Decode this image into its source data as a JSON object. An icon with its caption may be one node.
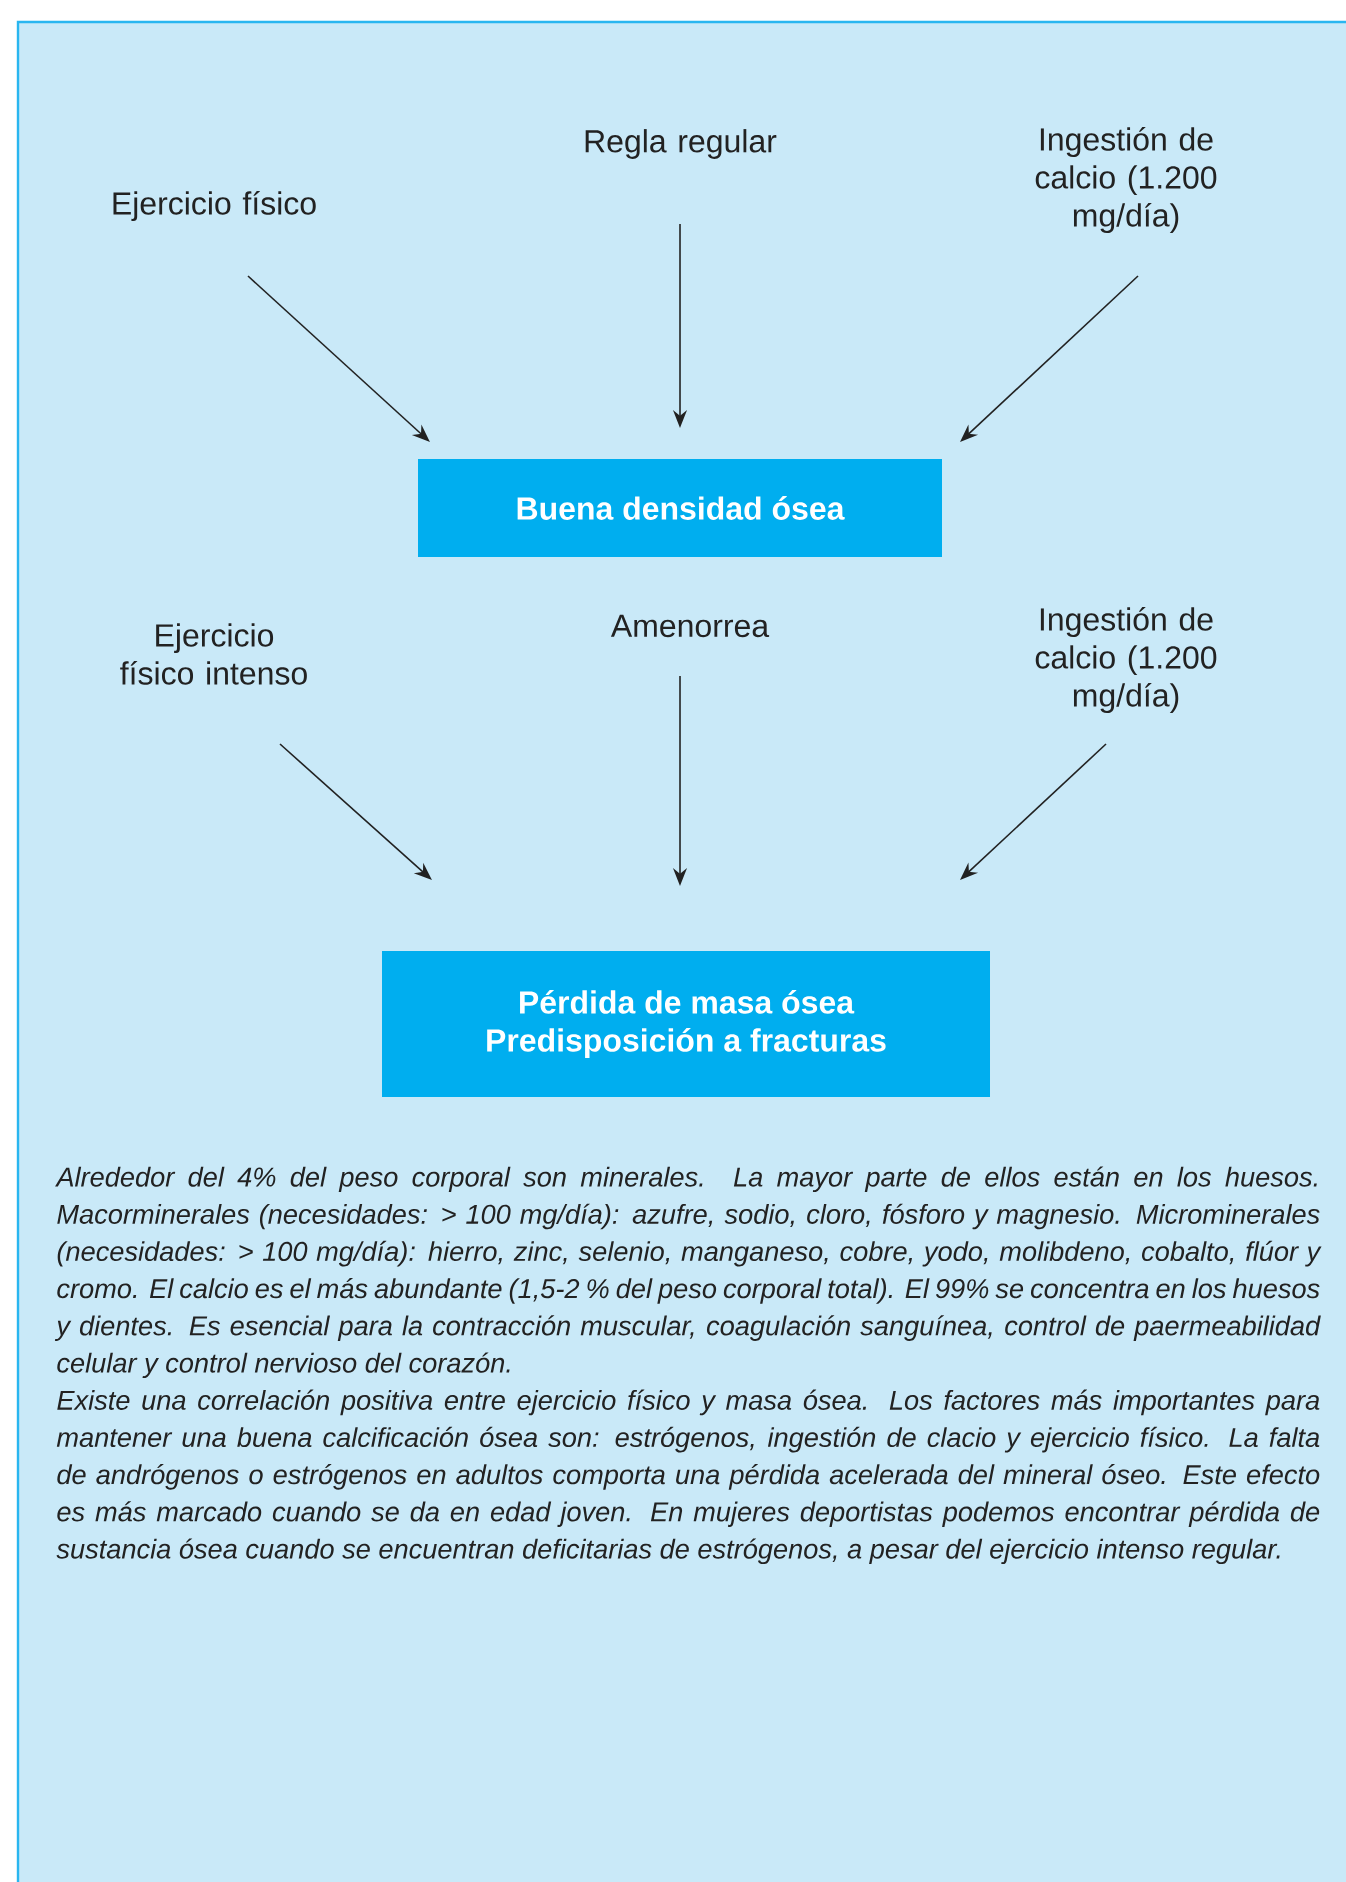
{
  "diagram": {
    "nodes": [
      {
        "text": [
          "Ejercicio físico"
        ]
      },
      {
        "text": [
          "Regla regular"
        ]
      },
      {
        "text": [
          "Ingestión de calcio (1.200 mg/día)"
        ]
      },
      {
        "text": [
          "Buena densidad ósea"
        ]
      },
      {
        "text": [
          "Ejercicio físico intenso"
        ]
      },
      {
        "text": [
          "Amenorrea"
        ]
      },
      {
        "text": [
          "Ingestión de calcio (1.200 mg/día)"
        ]
      },
      {
        "text": [
          "Pérdida de masa ósea",
          "Predisposición a fracturas"
        ]
      }
    ],
    "edges": [
      {
        "from": 0,
        "to": 3,
        "arrow": "to"
      },
      {
        "from": 1,
        "to": 3,
        "arrow": "to"
      },
      {
        "from": 2,
        "to": 3,
        "arrow": "to"
      },
      {
        "from": 4,
        "to": 7,
        "arrow": "to"
      },
      {
        "from": 5,
        "to": 7,
        "arrow": "to"
      },
      {
        "from": 6,
        "to": 7,
        "arrow": "to"
      }
    ],
    "labels": [
      "Alrededor del 4% del peso corporal son minerales. La mayor parte de ellos están en los huesos. Macorminerales (necesidades: > 100 mg/día): azufre, sodio, cloro, fósforo y magnesio. Microminerales (necesidades: > 100 mg/día): hierro, zinc, selenio, manganeso, cobre, yodo, molibdeno, cobalto, flúor y cromo. El calcio es el más abundante (1,5-2 % del peso corporal total). El 99% se concentra en los huesos y dientes. Es esencial para la contracción  muscular, coagulación sanguínea, control de paermeabilidad celular y control nervioso del corazón.",
      "Existe una correlación positiva entre ejercicio físico y masa ósea. Los factores más importantes para mantener una buena calcificación ósea son: estrógenos, ingestión de clacio y ejercicio físico. La falta de andrógenos o estrógenos en adultos comporta una pérdida acelerada del mineral óseo. Este efecto es más marcado cuando se da en edad joven. En mujeres deportistas podemos encontrar pérdida de sustancia ósea cuando se encuentran deficitarias de estrógenos, a pesar del ejercicio intenso regular."
    ]
  }
}
